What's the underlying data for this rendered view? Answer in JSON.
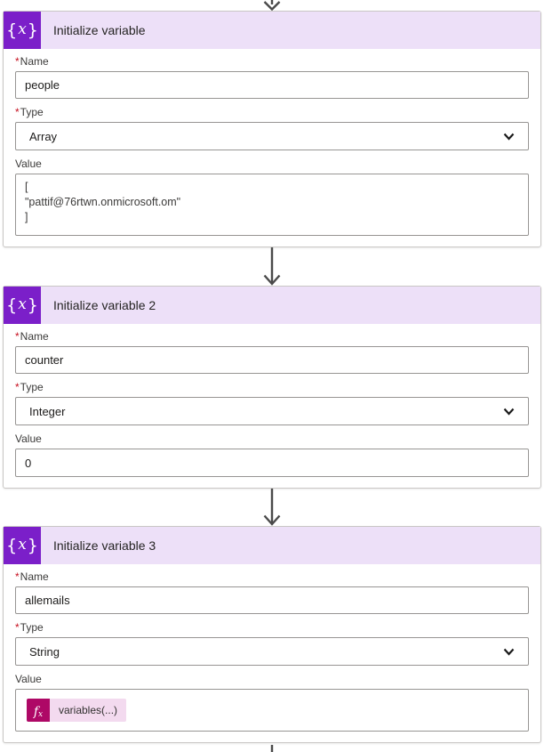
{
  "colors": {
    "action_purple": "#7B1FC9",
    "header_lavender": "#EDE0F8",
    "expression_magenta": "#AE0866",
    "expression_pill_pink": "#F3DAEF",
    "arrow_gray": "#4A4A4A",
    "required_red": "#C50F1F",
    "card_border": "#C9C7C5",
    "input_border": "#979593"
  },
  "icons": {
    "action": {
      "name": "variable-brace-x-icon",
      "open": "{",
      "x": "x",
      "close": "}"
    },
    "expression": {
      "name": "fx-icon",
      "f": "f",
      "x": "x"
    },
    "chevron": {
      "name": "chevron-down-icon"
    }
  },
  "cards": [
    {
      "title": "Initialize variable",
      "required_marker": "*",
      "name_label": "Name",
      "name_value": "people",
      "type_label": "Type",
      "type_value": "Array",
      "value_label": "Value",
      "value_text": "[\n\"pattif@76rtwn.onmicrosoft.om\"\n]"
    },
    {
      "title": "Initialize variable 2",
      "required_marker": "*",
      "name_label": "Name",
      "name_value": "counter",
      "type_label": "Type",
      "type_value": "Integer",
      "value_label": "Value",
      "value_text": "0"
    },
    {
      "title": "Initialize variable 3",
      "required_marker": "*",
      "name_label": "Name",
      "name_value": "allemails",
      "type_label": "Type",
      "type_value": "String",
      "value_label": "Value",
      "expression_token": "variables(...)"
    }
  ]
}
